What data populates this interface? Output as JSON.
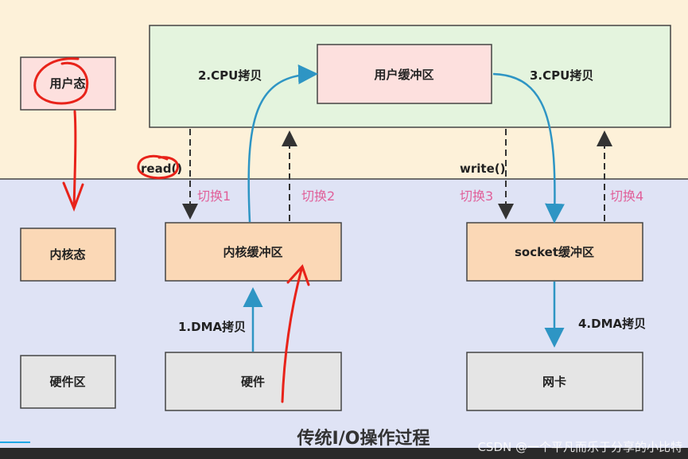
{
  "zones": {
    "user": "用户态",
    "kernel": "内核态",
    "hardware": "硬件区"
  },
  "boxes": {
    "user_buffer": "用户缓冲区",
    "kernel_buffer": "内核缓冲区",
    "socket_buffer": "socket缓冲区",
    "hardware": "硬件",
    "nic": "网卡"
  },
  "steps": {
    "dma1": "1.DMA拷贝",
    "cpu2": "2.CPU拷贝",
    "cpu3": "3.CPU拷贝",
    "dma4": "4.DMA拷贝"
  },
  "calls": {
    "read": "read()",
    "write": "write()"
  },
  "switches": [
    "切换1",
    "切换2",
    "切换3",
    "切换4"
  ],
  "title": "传统I/O操作过程",
  "watermark": "CSDN @一个平凡而乐于分享的小比特",
  "colors": {
    "user_bg": "#fdf1d9",
    "kernel_bg": "#dfe3f5",
    "green_box": "#e4f4de",
    "pink_box": "#fde0de",
    "orange_box": "#fbd8b6",
    "gray_box": "#e5e5e5",
    "arrow_blue": "#2e95c4",
    "annotation_red": "#e8231a",
    "switch_text": "#e0609a"
  }
}
